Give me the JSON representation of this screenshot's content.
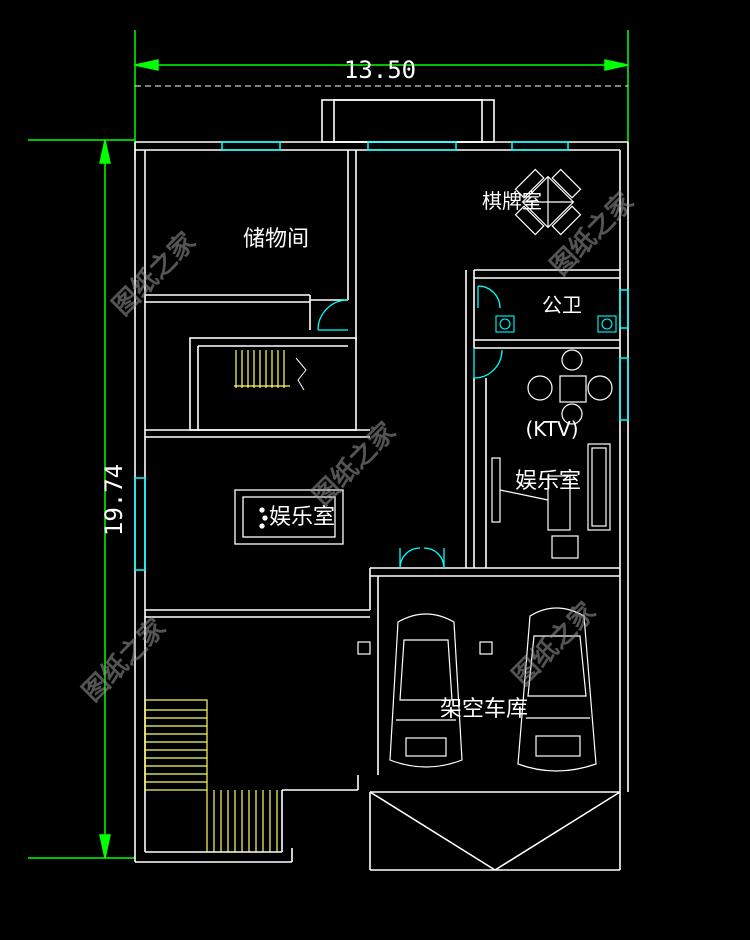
{
  "dimensions": {
    "width": "13.50",
    "height": "19.74"
  },
  "rooms": {
    "storage": "储物间",
    "chess_room": "棋牌室",
    "bathroom": "公卫",
    "ktv": "(KTV)",
    "entertainment_right": "娱乐室",
    "entertainment_left": "娱乐室",
    "garage": "架空车库"
  },
  "watermark": "图纸之家",
  "colors": {
    "background": "#000000",
    "wall": "#ffffff",
    "dimension": "#00ff00",
    "window": "#00ffff",
    "stairs": "#ffff66"
  }
}
